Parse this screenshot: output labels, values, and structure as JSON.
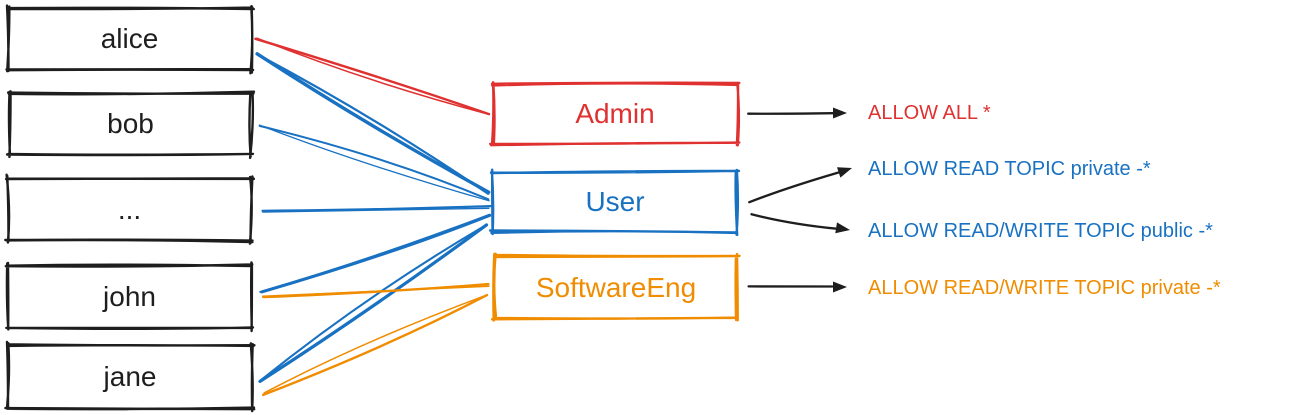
{
  "diagram": {
    "users": [
      {
        "id": "alice",
        "label": "alice"
      },
      {
        "id": "bob",
        "label": "bob"
      },
      {
        "id": "ellipsis",
        "label": "..."
      },
      {
        "id": "john",
        "label": "john"
      },
      {
        "id": "jane",
        "label": "jane"
      }
    ],
    "roles": [
      {
        "id": "admin",
        "label": "Admin",
        "color": "#e03131"
      },
      {
        "id": "user",
        "label": "User",
        "color": "#1971c2"
      },
      {
        "id": "softwareeng",
        "label": "SoftwareEng",
        "color": "#f08c00"
      }
    ],
    "permissions": [
      {
        "id": "perm-allow-all",
        "label": "ALLOW ALL *",
        "color": "#e03131"
      },
      {
        "id": "perm-read-private",
        "label": "ALLOW READ TOPIC private -*",
        "color": "#1971c2"
      },
      {
        "id": "perm-rw-public",
        "label": "ALLOW READ/WRITE TOPIC public -*",
        "color": "#1971c2"
      },
      {
        "id": "perm-rw-private",
        "label": "ALLOW READ/WRITE TOPIC private -*",
        "color": "#f08c00"
      }
    ],
    "memberships": [
      {
        "from": "alice",
        "to": "admin",
        "color": "#e03131"
      },
      {
        "from": "alice",
        "to": "user",
        "color": "#1971c2"
      },
      {
        "from": "bob",
        "to": "user",
        "color": "#1971c2"
      },
      {
        "from": "ellipsis",
        "to": "user",
        "color": "#1971c2"
      },
      {
        "from": "john",
        "to": "user",
        "color": "#1971c2"
      },
      {
        "from": "jane",
        "to": "user",
        "color": "#1971c2"
      },
      {
        "from": "john",
        "to": "softwareeng",
        "color": "#f08c00"
      },
      {
        "from": "jane",
        "to": "softwareeng",
        "color": "#f08c00"
      }
    ],
    "grants": [
      {
        "from": "admin",
        "to": "perm-allow-all"
      },
      {
        "from": "user",
        "to": "perm-read-private"
      },
      {
        "from": "user",
        "to": "perm-rw-public"
      },
      {
        "from": "softwareeng",
        "to": "perm-rw-private"
      }
    ],
    "palette": {
      "ink": "#1e1e1e",
      "arrow": "#1e1e1e",
      "background": "#ffffff"
    }
  }
}
